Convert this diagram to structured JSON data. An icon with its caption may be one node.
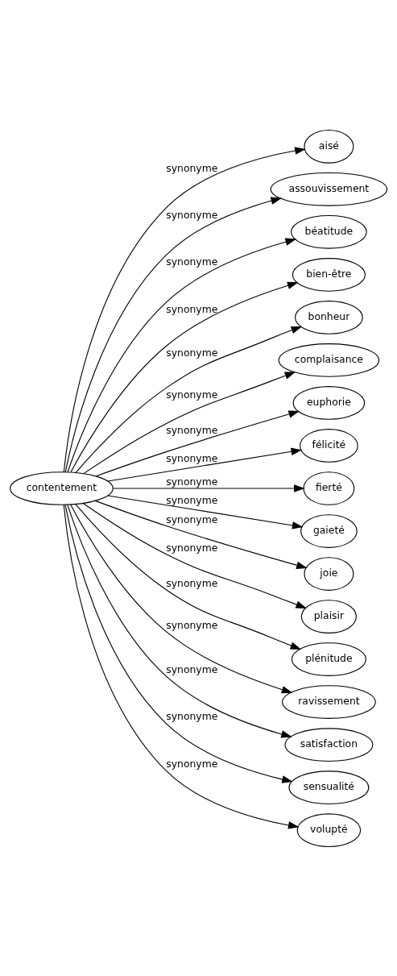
{
  "diagram": {
    "nodes": [
      {
        "text": [
          "contentement"
        ]
      },
      {
        "text": [
          "aisé"
        ]
      },
      {
        "text": [
          "assouvissement"
        ]
      },
      {
        "text": [
          "béatitude"
        ]
      },
      {
        "text": [
          "bien-être"
        ]
      },
      {
        "text": [
          "bonheur"
        ]
      },
      {
        "text": [
          "complaisance"
        ]
      },
      {
        "text": [
          "euphorie"
        ]
      },
      {
        "text": [
          "félicité"
        ]
      },
      {
        "text": [
          "fierté"
        ]
      },
      {
        "text": [
          "gaieté"
        ]
      },
      {
        "text": [
          "joie"
        ]
      },
      {
        "text": [
          "plaisir"
        ]
      },
      {
        "text": [
          "plénitude"
        ]
      },
      {
        "text": [
          "ravissement"
        ]
      },
      {
        "text": [
          "satisfaction"
        ]
      },
      {
        "text": [
          "sensualité"
        ]
      },
      {
        "text": [
          "volupté"
        ]
      }
    ],
    "edges": [
      {
        "from": 0,
        "to": 1,
        "arrow": "to",
        "label": "synonyme"
      },
      {
        "from": 0,
        "to": 2,
        "arrow": "to",
        "label": "synonyme"
      },
      {
        "from": 0,
        "to": 3,
        "arrow": "to",
        "label": "synonyme"
      },
      {
        "from": 0,
        "to": 4,
        "arrow": "to",
        "label": "synonyme"
      },
      {
        "from": 0,
        "to": 5,
        "arrow": "to",
        "label": "synonyme"
      },
      {
        "from": 0,
        "to": 6,
        "arrow": "to",
        "label": "synonyme"
      },
      {
        "from": 0,
        "to": 7,
        "arrow": "to",
        "label": "synonyme"
      },
      {
        "from": 0,
        "to": 8,
        "arrow": "to",
        "label": "synonyme"
      },
      {
        "from": 0,
        "to": 9,
        "arrow": "to",
        "label": "synonyme"
      },
      {
        "from": 0,
        "to": 10,
        "arrow": "to",
        "label": "synonyme"
      },
      {
        "from": 0,
        "to": 11,
        "arrow": "to",
        "label": "synonyme"
      },
      {
        "from": 0,
        "to": 12,
        "arrow": "to",
        "label": "synonyme"
      },
      {
        "from": 0,
        "to": 13,
        "arrow": "to",
        "label": "synonyme"
      },
      {
        "from": 0,
        "to": 14,
        "arrow": "to",
        "label": "synonyme"
      },
      {
        "from": 0,
        "to": 15,
        "arrow": "to",
        "label": "synonyme"
      },
      {
        "from": 0,
        "to": 16,
        "arrow": "to",
        "label": "synonyme"
      },
      {
        "from": 0,
        "to": 17,
        "arrow": "to",
        "label": "synonyme"
      }
    ]
  }
}
